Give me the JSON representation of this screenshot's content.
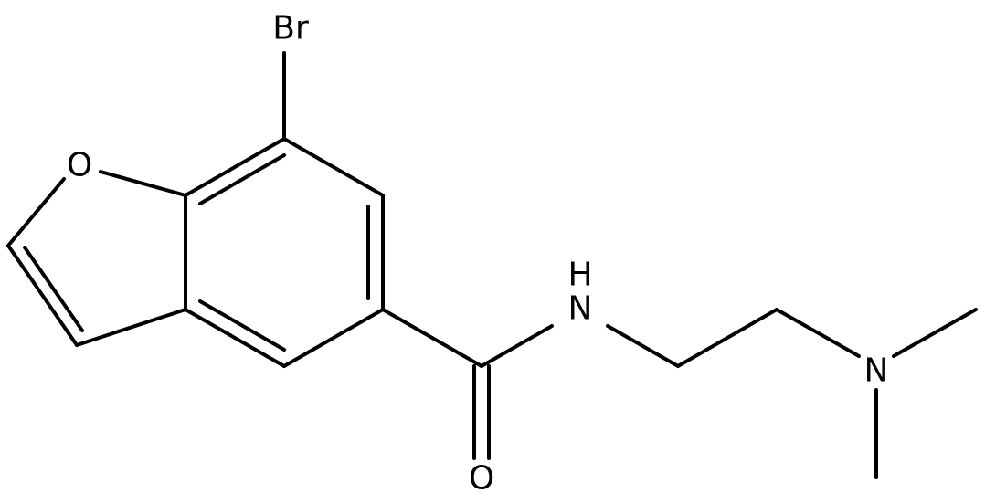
{
  "atoms": {
    "bromine": "Br",
    "furan_oxygen": "O",
    "amide_nitrogen": "N",
    "amide_hydrogen": "H",
    "carbonyl_oxygen": "O",
    "amine_nitrogen": "N"
  },
  "colors": {
    "bond": "#000000",
    "label": "#000000",
    "background": "#ffffff"
  }
}
